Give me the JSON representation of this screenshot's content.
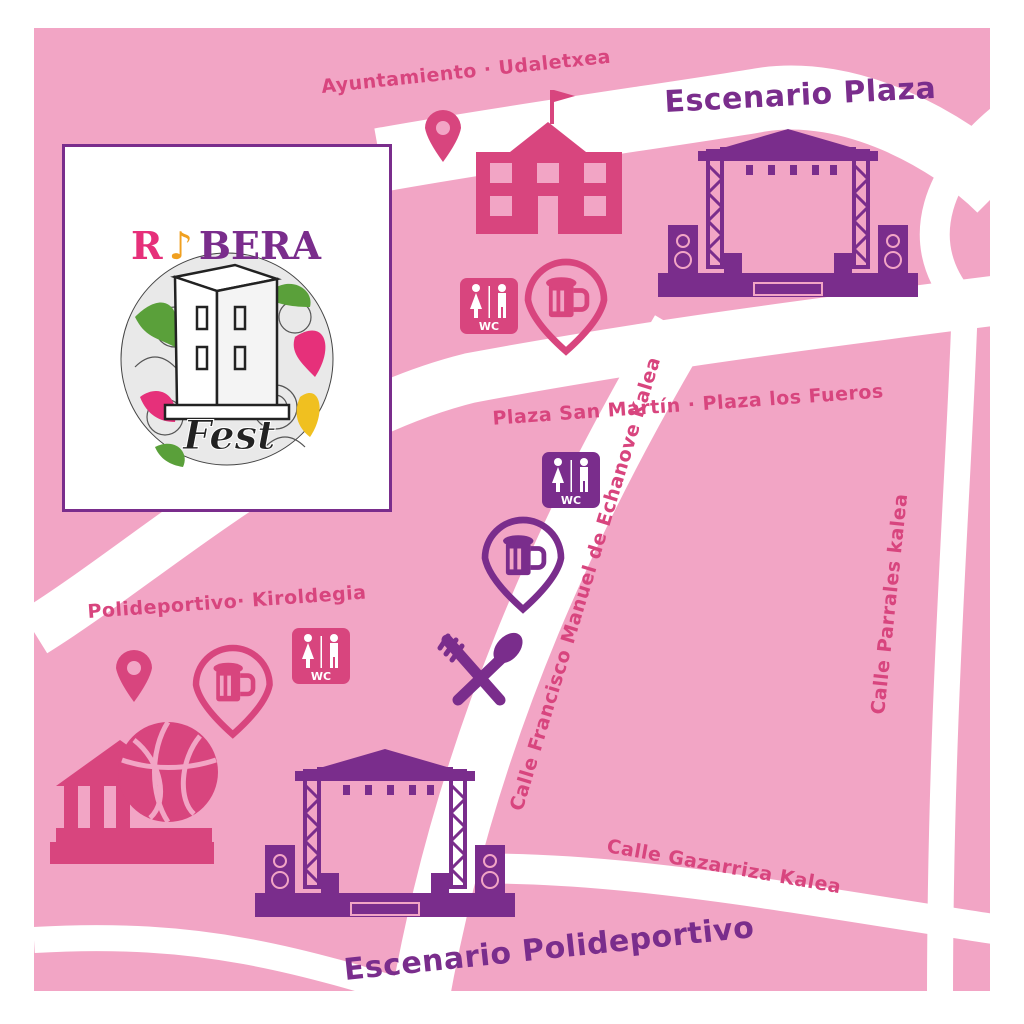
{
  "logo": {
    "title_part1": "R",
    "title_part2": "BERA",
    "subtitle": "Fest"
  },
  "places": {
    "ayuntamiento": "Ayuntamiento · Udaletxea",
    "plaza": "Plaza San Martín · Plaza los Fueros",
    "polideportivo": "Polideportivo· Kiroldegia"
  },
  "stages": {
    "plaza": "Escenario Plaza",
    "polideportivo": "Escenario Polideportivo"
  },
  "streets": {
    "echanove": "Calle Francisco Manuel de Echanove Kalea",
    "parrales": "Calle Parrales kalea",
    "gazarriza": "Calle Gazarriza Kalea"
  },
  "wc_label": "WC",
  "colors": {
    "background": "#f2a5c5",
    "road": "#ffffff",
    "pink_icon": "#d8457e",
    "purple_icon": "#7a2d8c"
  },
  "icons": [
    "location-pin-icon",
    "town-hall-icon",
    "stage-icon",
    "wc-icon",
    "beer-icon",
    "fork-spoon-icon",
    "sports-center-icon"
  ]
}
